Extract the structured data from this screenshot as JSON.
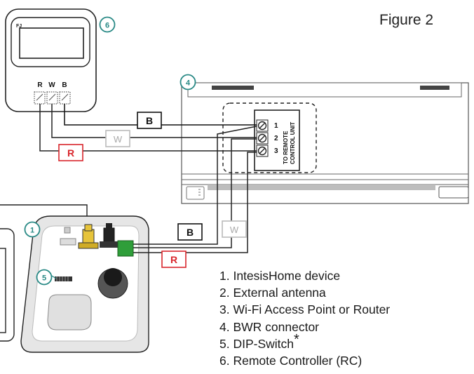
{
  "title": "Figure 2",
  "device_label": "FJ",
  "rc_terminals": [
    "R",
    "W",
    "B"
  ],
  "wire_labels": {
    "b": "B",
    "w": "W",
    "r": "R"
  },
  "connector_numbers": [
    "1",
    "2",
    "3"
  ],
  "connector_text": [
    "TO REMOTE",
    "CONTROL UNIT"
  ],
  "callouts": [
    "1",
    "4",
    "5",
    "6"
  ],
  "legend": [
    {
      "text": "1. IntesisHome device",
      "mark": ""
    },
    {
      "text": "2. External antenna",
      "mark": ""
    },
    {
      "text": "3. Wi-Fi Access Point or Router",
      "mark": ""
    },
    {
      "text": "4. BWR connector",
      "mark": ""
    },
    {
      "text": "5. DIP-Switch",
      "mark": "*"
    },
    {
      "text": "6. Remote Controller (RC)",
      "mark": ""
    }
  ],
  "colors": {
    "black_wire": "#111111",
    "white_wire": "#bbbbbb",
    "red_wire": "#d9262c",
    "callout": "#2a8a86",
    "antenna": "#e7c43a",
    "connector": "#2f9e3a"
  }
}
